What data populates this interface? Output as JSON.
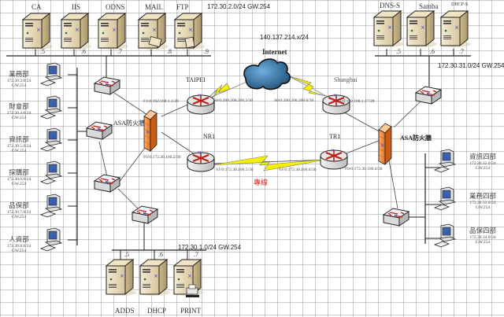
{
  "networks": {
    "dmz": "172.30.2.0/24 GW.254",
    "internet_subnet": "140.137.214.x/24",
    "shanghai_lan": "172.30.31.0/24 GW.254",
    "server_lan": "172.30.1.0/24 GW.254"
  },
  "top_servers": [
    {
      "name": "CA",
      "suffix": ".5"
    },
    {
      "name": "IIS",
      "suffix": ".6"
    },
    {
      "name": "ODNS",
      "suffix": ".7"
    },
    {
      "name": "MAIL",
      "suffix": ".8"
    },
    {
      "name": "FTP",
      "suffix": ".9"
    }
  ],
  "shanghai_servers": [
    {
      "name": "DNS-S",
      "suffix": ".5"
    },
    {
      "name": "Samba",
      "suffix": ".6"
    },
    {
      "name": "DHCP-S",
      "suffix": ".7"
    }
  ],
  "bottom_servers": [
    {
      "name": "ADDS",
      "suffix": ".5"
    },
    {
      "name": "DHCP",
      "suffix": ".6"
    },
    {
      "name": "PRINT",
      "suffix": ".7"
    }
  ],
  "taipei_depts": [
    {
      "name": "業務部",
      "subnet": "172.30.3.0/24",
      "gw": "GW.254"
    },
    {
      "name": "財會部",
      "subnet": "172.30.4.0/24",
      "gw": "GW.254"
    },
    {
      "name": "資訊部",
      "subnet": "172.30.5.0/24",
      "gw": "GW.254"
    },
    {
      "name": "採購部",
      "subnet": "172.30.6.0/24",
      "gw": "GW.254"
    },
    {
      "name": "品保部",
      "subnet": "172.30.7.0/24",
      "gw": "GW.254"
    },
    {
      "name": "人資部",
      "subnet": "172.30.8.0/24",
      "gw": "GW.254"
    }
  ],
  "shanghai_depts": [
    {
      "name": "資訊四部",
      "subnet": "172.30.32.0/24",
      "gw": "GW.254"
    },
    {
      "name": "業務四部",
      "subnet": "172.30.33.0/24",
      "gw": "GW.254"
    },
    {
      "name": "品保四部",
      "subnet": "172.30.34.0/24",
      "gw": "GW.254"
    }
  ],
  "devices": {
    "internet": "Internet",
    "taipei_router": "TAIPEI",
    "shanghai_router": "Shanghai",
    "nr1": "NR1",
    "tr1": "TR1",
    "fw_left": "ASA防火牆",
    "fw_right": "ASA防火牆",
    "leased_line": "專線"
  },
  "interfaces": {
    "taipei_f1": "F1/0:192.168.1.1/28",
    "taipei_s0": "S0/0:200.200.200.2/30",
    "shanghai_s0": "S0/0:200.200.200.6/30",
    "shanghai_f1": "F1/0:192.168.1.17/28",
    "nr1_f0": "F0/0:172.30.100.2/30",
    "nr1_s1": "S1/0:172.30.100.5/30",
    "tr1_s1": "S1/0:172.30.100.6/30",
    "tr1_f0": "F0/0:172.30.100.6/30"
  },
  "colors": {
    "leased_line_text": "#e0201a",
    "firewall": "#f08030",
    "lightning": "#f5f000",
    "cloud": "#2c6b9a"
  }
}
